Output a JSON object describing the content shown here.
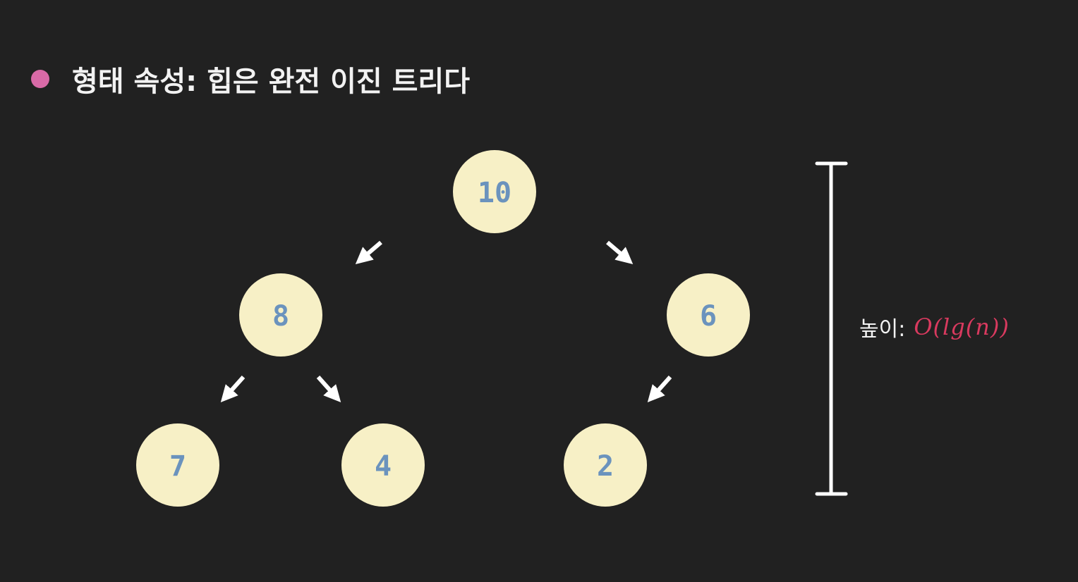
{
  "heading": {
    "text": "형태 속성: 힙은 완전 이진 트리다",
    "bullet_color": "#d96aa7"
  },
  "tree": {
    "node_fill": "#f7f0c6",
    "node_text_color": "#6b93bd",
    "edge_color": "#ffffff",
    "nodes": [
      {
        "id": "root",
        "value": "10"
      },
      {
        "id": "left",
        "value": "8"
      },
      {
        "id": "right",
        "value": "6"
      },
      {
        "id": "left-left",
        "value": "7"
      },
      {
        "id": "left-right",
        "value": "4"
      },
      {
        "id": "right-left",
        "value": "2"
      }
    ],
    "edges": [
      {
        "from": "root",
        "to": "left"
      },
      {
        "from": "root",
        "to": "right"
      },
      {
        "from": "left",
        "to": "left-left"
      },
      {
        "from": "left",
        "to": "left-right"
      },
      {
        "from": "right",
        "to": "right-left"
      }
    ]
  },
  "height_annotation": {
    "label": "높이:",
    "formula": "O(lg(n))",
    "formula_color": "#d93a5f",
    "bracket_color": "#ffffff"
  }
}
